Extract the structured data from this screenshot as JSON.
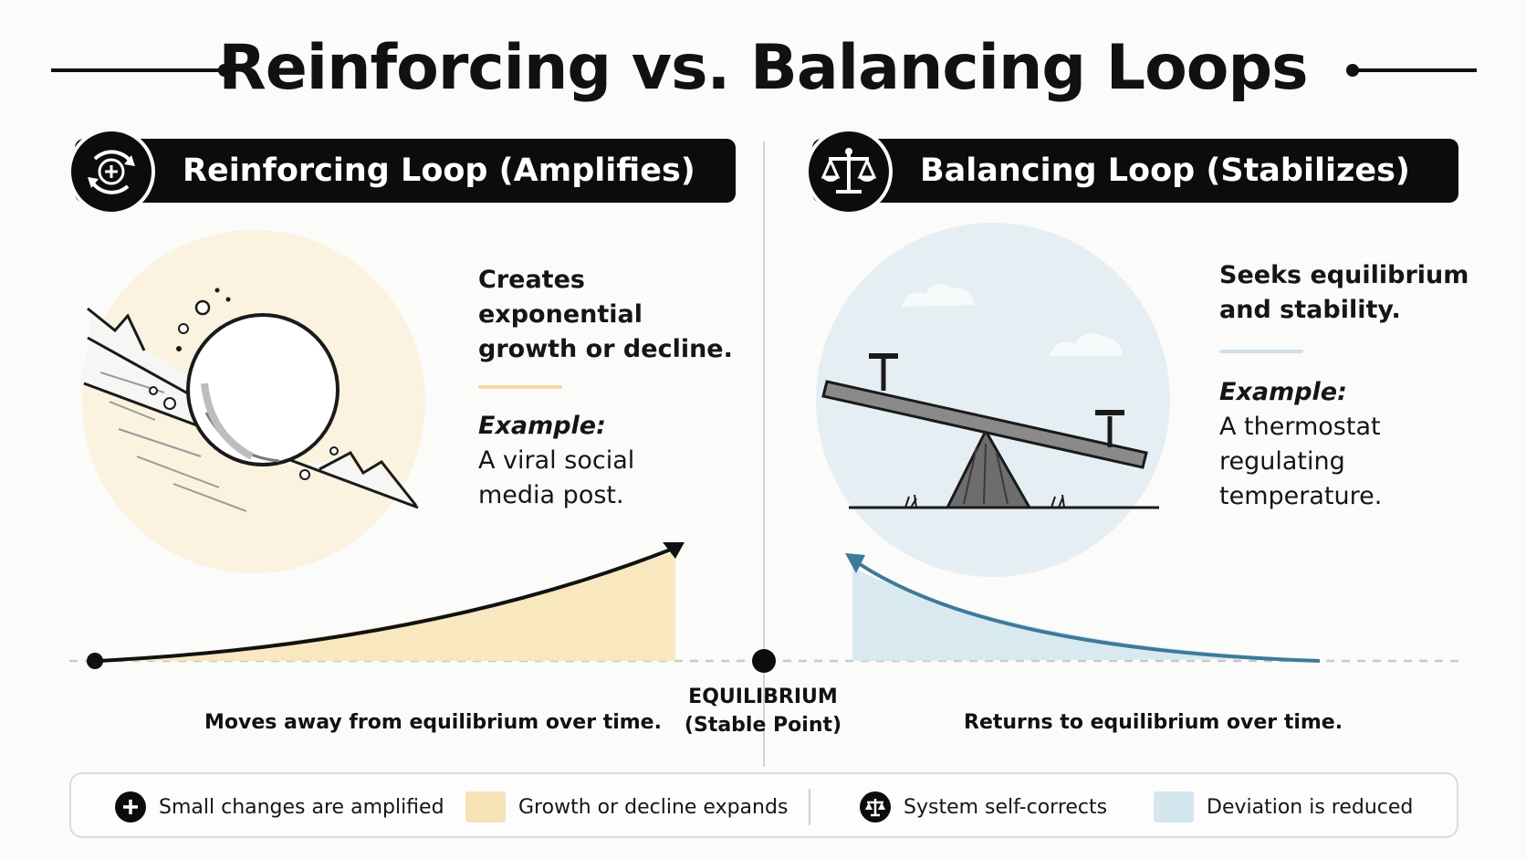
{
  "title": "Reinforcing vs. Balancing Loops",
  "left": {
    "banner": "Reinforcing Loop (Amplifies)",
    "icon": "reinforcing-loop-icon",
    "lead": [
      "Creates",
      "exponential",
      "growth or decline."
    ],
    "example_label": "Example:",
    "example_text": [
      "A viral social",
      "media post."
    ],
    "caption": "Moves away from equilibrium over time.",
    "accent": "#f4e3bb",
    "rule_color": "#f3d9a2"
  },
  "right": {
    "banner": "Balancing Loop (Stabilizes)",
    "icon": "scale-icon",
    "lead": [
      "Seeks equilibrium",
      "and stability."
    ],
    "example_label": "Example:",
    "example_text": [
      "A thermostat",
      "regulating",
      "temperature."
    ],
    "caption": "Returns to equilibrium over time.",
    "accent": "#d7e7ef",
    "curve_color": "#3c7a99",
    "rule_color": "#cfe1ea"
  },
  "equilibrium": {
    "label_line1": "EQUILIBRIUM",
    "label_line2": "(Stable Point)"
  },
  "legend": [
    {
      "marker": "plus-icon",
      "label": "Small changes are amplified"
    },
    {
      "marker": "swatch",
      "color": "#f6e2b6",
      "label": "Growth or decline expands"
    },
    {
      "marker": "scale-icon",
      "label": "System self-corrects"
    },
    {
      "marker": "swatch",
      "color": "#d4e6ee",
      "label": "Deviation is reduced"
    }
  ],
  "colors": {
    "ink": "#0c0c0c",
    "grid_line": "#c9c9c9"
  }
}
